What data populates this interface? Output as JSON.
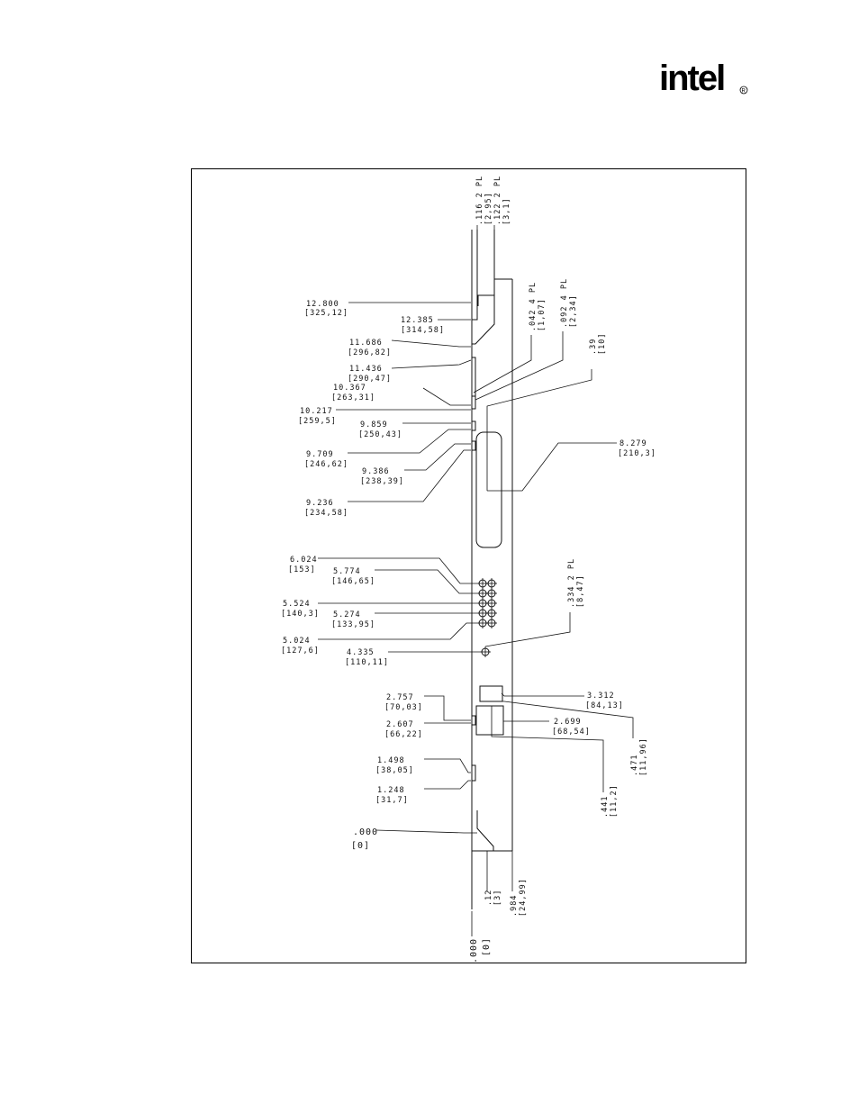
{
  "brand": {
    "logo_text": "intel",
    "registered_mark": "R"
  },
  "dimensions": {
    "left": [
      {
        "id": "d12800",
        "value": "12.800",
        "mm": "[325,12]"
      },
      {
        "id": "d12385",
        "value": "12.385",
        "mm": "[314,58]"
      },
      {
        "id": "d11686",
        "value": "11.686",
        "mm": "[296,82]"
      },
      {
        "id": "d11436",
        "value": "11.436",
        "mm": "[290,47]"
      },
      {
        "id": "d10367",
        "value": "10.367",
        "mm": "[263,31]"
      },
      {
        "id": "d10217",
        "value": "10.217",
        "mm": "[259,5]"
      },
      {
        "id": "d9859",
        "value": "9.859",
        "mm": "[250,43]"
      },
      {
        "id": "d9709",
        "value": "9.709",
        "mm": "[246,62]"
      },
      {
        "id": "d9386",
        "value": "9.386",
        "mm": "[238,39]"
      },
      {
        "id": "d9236",
        "value": "9.236",
        "mm": "[234,58]"
      },
      {
        "id": "d6024",
        "value": "6.024",
        "mm": "[153]"
      },
      {
        "id": "d5774",
        "value": "5.774",
        "mm": "[146,65]"
      },
      {
        "id": "d5524",
        "value": "5.524",
        "mm": "[140,3]"
      },
      {
        "id": "d5274",
        "value": "5.274",
        "mm": "[133,95]"
      },
      {
        "id": "d5024",
        "value": "5.024",
        "mm": "[127,6]"
      },
      {
        "id": "d4335",
        "value": "4.335",
        "mm": "[110,11]"
      },
      {
        "id": "d2757",
        "value": "2.757",
        "mm": "[70,03]"
      },
      {
        "id": "d2607",
        "value": "2.607",
        "mm": "[66,22]"
      },
      {
        "id": "d1498",
        "value": "1.498",
        "mm": "[38,05]"
      },
      {
        "id": "d1248",
        "value": "1.248",
        "mm": "[31,7]"
      },
      {
        "id": "d000",
        "value": ".000",
        "mm": "[0]"
      }
    ],
    "right": [
      {
        "id": "d8279",
        "value": "8.279",
        "mm": "[210,3]"
      },
      {
        "id": "d3312",
        "value": "3.312",
        "mm": "[84,13]"
      },
      {
        "id": "d2699",
        "value": "2.699",
        "mm": "[68,54]"
      }
    ],
    "rotated": [
      {
        "id": "r116",
        "value": ".116  2 PL",
        "mm": "[2,95]"
      },
      {
        "id": "r122",
        "value": ".122 2 PL",
        "mm": "[3,1]"
      },
      {
        "id": "r042",
        "value": ".042  4 PL",
        "mm": "[1,07]"
      },
      {
        "id": "r092",
        "value": ".092  4 PL",
        "mm": "[2,34]"
      },
      {
        "id": "r39",
        "value": ".39",
        "mm": "[10]"
      },
      {
        "id": "r334",
        "value": ".334  2 PL",
        "mm": "[8,47]"
      },
      {
        "id": "r471",
        "value": ".471",
        "mm": "[11,96]"
      },
      {
        "id": "r441",
        "value": ".441",
        "mm": "[11,2]"
      },
      {
        "id": "r12",
        "value": ".12",
        "mm": "[3]"
      },
      {
        "id": "r984",
        "value": ".984",
        "mm": "[24,99]"
      },
      {
        "id": "r000b",
        "value": ".000",
        "mm": "[0]"
      }
    ]
  }
}
